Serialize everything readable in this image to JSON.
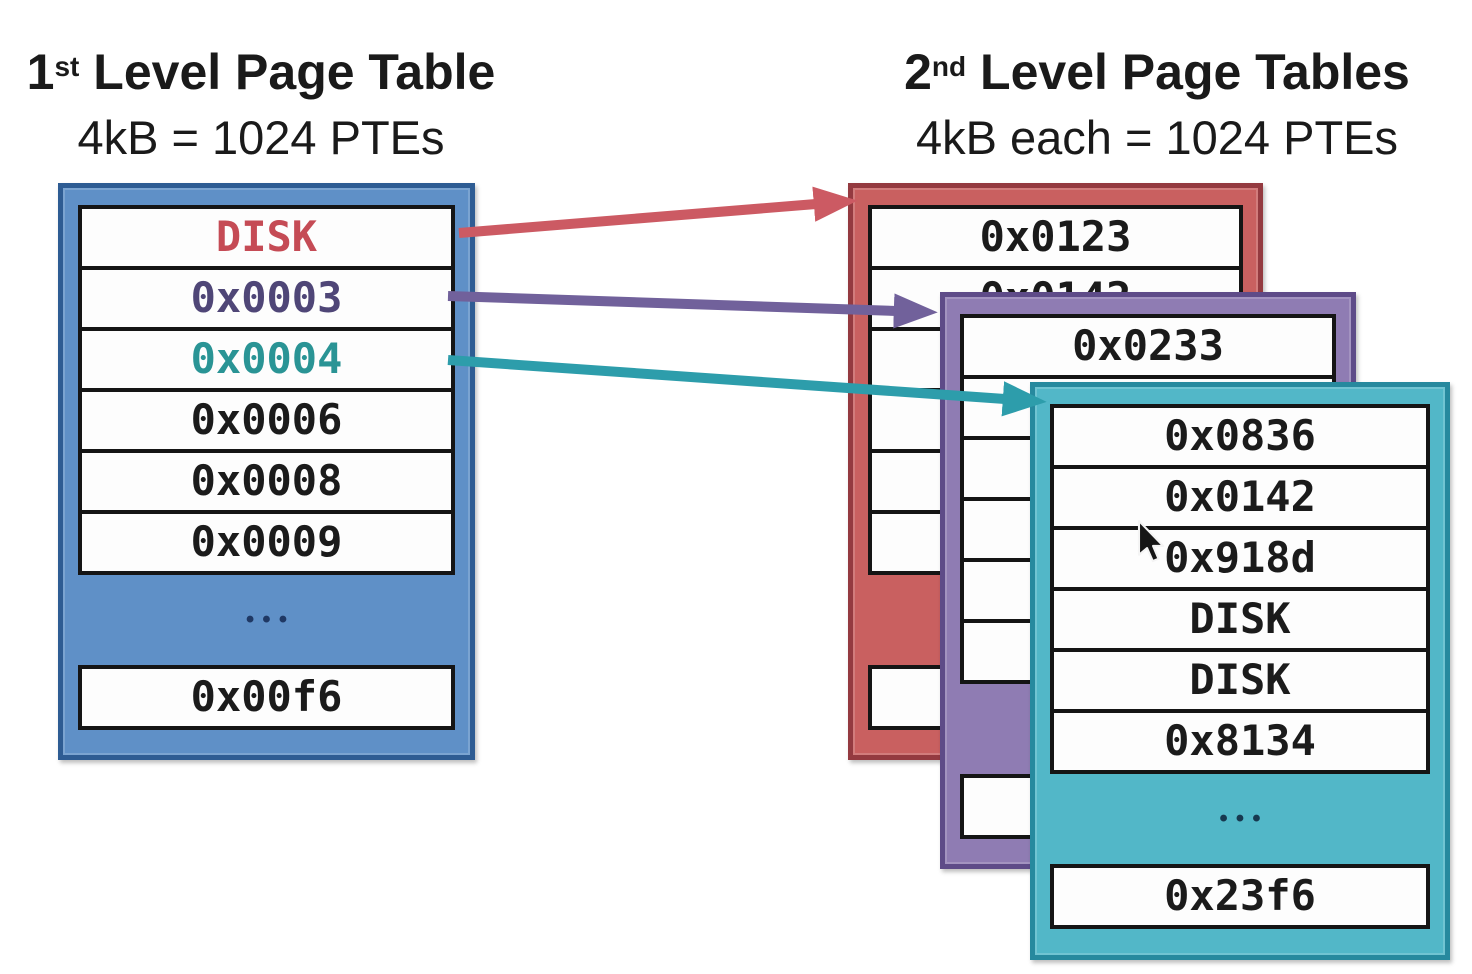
{
  "slide": {
    "left_heading": {
      "num": "1",
      "ordinal": "st",
      "rest": " Level Page Table",
      "subtitle": "4kB = 1024 PTEs"
    },
    "right_heading": {
      "num": "2",
      "ordinal": "nd",
      "rest": " Level Page Tables",
      "subtitle": "4kB each = 1024 PTEs"
    }
  },
  "tables": {
    "level1": {
      "description": "1st level page table",
      "fill": "#5f90c7",
      "border": "#2e5c93",
      "rows": [
        {
          "text": "DISK",
          "color": "#c54b55"
        },
        {
          "text": "0x0003",
          "color": "#4f4677"
        },
        {
          "text": "0x0004",
          "color": "#2a9495"
        },
        {
          "text": "0x0006",
          "color": "#1b1b1b"
        },
        {
          "text": "0x0008",
          "color": "#1b1b1b"
        },
        {
          "text": "0x0009",
          "color": "#1b1b1b"
        }
      ],
      "ellipsis": {
        "text": "•••",
        "color": "#1f3864"
      },
      "last_row": {
        "text": "0x00f6",
        "color": "#1b1b1b"
      }
    },
    "level2_red": {
      "description": "2nd level page table (red)",
      "fill": "#c96060",
      "border": "#943a40",
      "rows": [
        {
          "text": "0x0123"
        },
        {
          "text": "0x0142"
        },
        {
          "text": ""
        },
        {
          "text": ""
        },
        {
          "text": ""
        },
        {
          "text": ""
        }
      ],
      "ellipsis": {
        "text": "•••",
        "color": "#55232a"
      },
      "last_row": {
        "text": ""
      }
    },
    "level2_purple": {
      "description": "2nd level page table (purple)",
      "fill": "#8f7cb3",
      "border": "#5e4b88",
      "rows": [
        {
          "text": "0x0233"
        },
        {
          "text": ""
        },
        {
          "text": ""
        },
        {
          "text": ""
        },
        {
          "text": ""
        },
        {
          "text": ""
        }
      ],
      "ellipsis": {
        "text": "•••",
        "color": "#2e2347"
      },
      "last_row": {
        "text": ""
      }
    },
    "level2_teal": {
      "description": "2nd level page table (teal)",
      "fill": "#52b7c8",
      "border": "#27899e",
      "rows": [
        {
          "text": "0x0836"
        },
        {
          "text": "0x0142"
        },
        {
          "text": "0x918d"
        },
        {
          "text": "DISK"
        },
        {
          "text": "DISK"
        },
        {
          "text": "0x8134"
        }
      ],
      "ellipsis": {
        "text": "•••",
        "color": "#17384f"
      },
      "last_row": {
        "text": "0x23f6"
      }
    }
  },
  "links": [
    {
      "source_entry": "DISK",
      "source_table": "level1",
      "target_table": "level2_red",
      "color": "#cc5a63"
    },
    {
      "source_entry": "0x0003",
      "source_table": "level1",
      "target_table": "level2_purple",
      "color": "#71619b"
    },
    {
      "source_entry": "0x0004",
      "source_table": "level1",
      "target_table": "level2_teal",
      "color": "#2d9dab"
    }
  ],
  "cursor": {
    "icon": "mouse-pointer-icon"
  }
}
